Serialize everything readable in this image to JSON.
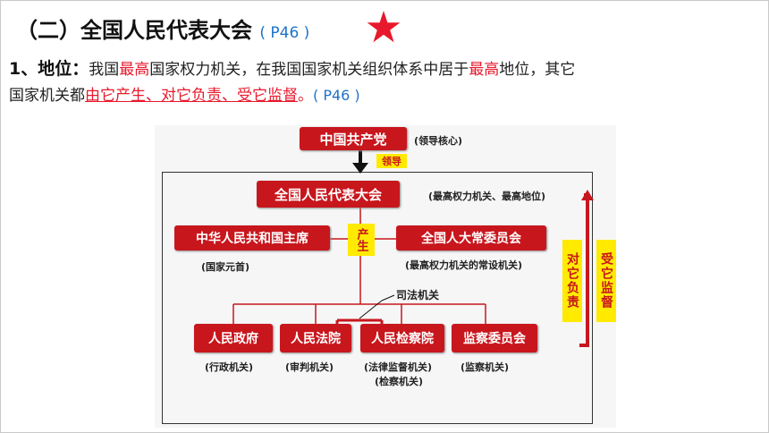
{
  "heading": {
    "title": "（二）全国人民代表大会",
    "page_ref": "( P46 )"
  },
  "paragraph": {
    "lead": "1、地位：",
    "s1": "我国",
    "h1": "最高",
    "s2": "国家权力机关，在我国国家机关组织体系中居于",
    "h2": "最高",
    "s3": "地位，其它",
    "s4": "国家机关都",
    "highlight": "由它产生、对它负责、受它监督",
    "s5": "。",
    "page_ref": "( P46 )"
  },
  "diagram": {
    "party": "中国共产党",
    "party_note": "(领导核心)",
    "lead_label": "领导",
    "npc": "全国人民代表大会",
    "npc_note": "(最高权力机关、最高地位)",
    "president": "中华人民共和国主席",
    "president_note": "(国家元首)",
    "produce": "产生",
    "standing": "全国人大常委员会",
    "standing_note": "(最高权力机关的常设机关)",
    "judicial": "司法机关",
    "responsible": "对它负责",
    "supervised": "受它监督",
    "organs": [
      {
        "name": "人民政府",
        "note": "(行政机关)"
      },
      {
        "name": "人民法院",
        "note": "(审判机关)"
      },
      {
        "name": "人民检察院",
        "note": "(法律监督机关)",
        "note2": "(检察机关)"
      },
      {
        "name": "监察委员会",
        "note": "(监察机关)"
      }
    ]
  },
  "colors": {
    "red": "#e8192c",
    "box_red": "#c8161d",
    "yellow": "#ffea00",
    "blue": "#1e73c8"
  }
}
